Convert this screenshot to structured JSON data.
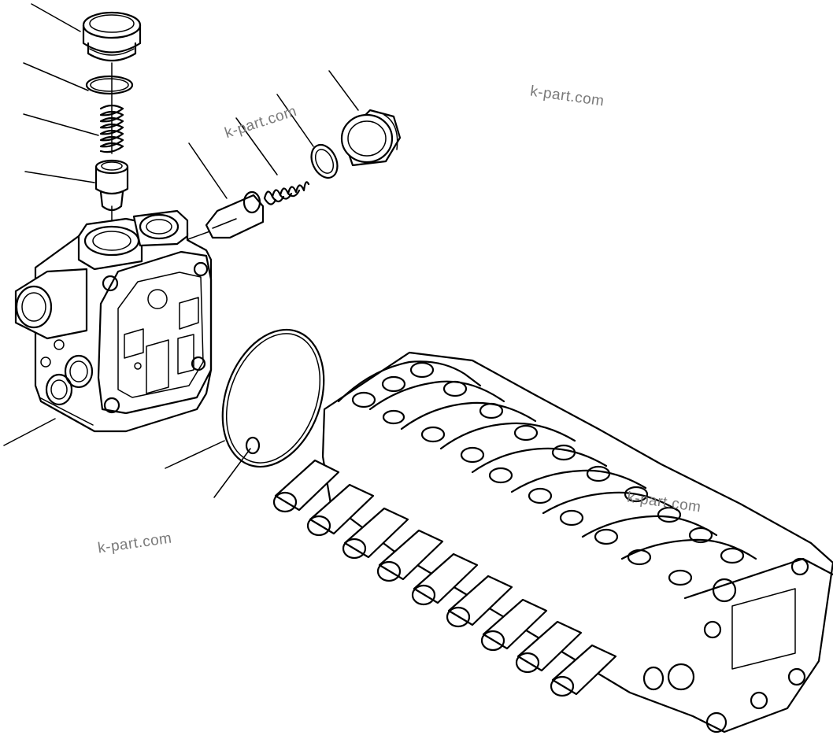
{
  "watermarks": [
    {
      "text": "k-part.com"
    },
    {
      "text": "k-part.com"
    },
    {
      "text": "k-part.com"
    },
    {
      "text": "k-part.com"
    }
  ]
}
